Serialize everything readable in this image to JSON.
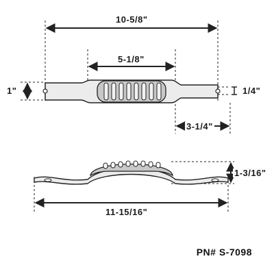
{
  "colors": {
    "outline": "#222222",
    "handle_fill": "#e6e6e6",
    "grip_fill": "#bdbdbd",
    "text": "#1a1a1a"
  },
  "top_view": {
    "overall_length": "10-5/8\"",
    "grip_length": "5-1/8\"",
    "end_width": "1\"",
    "hole_size": "1/4\"",
    "strap_length": "3-1/4\""
  },
  "side_view": {
    "overall_length": "11-15/16\"",
    "height": "1-3/16\""
  },
  "part_number": "PN# S-7098"
}
